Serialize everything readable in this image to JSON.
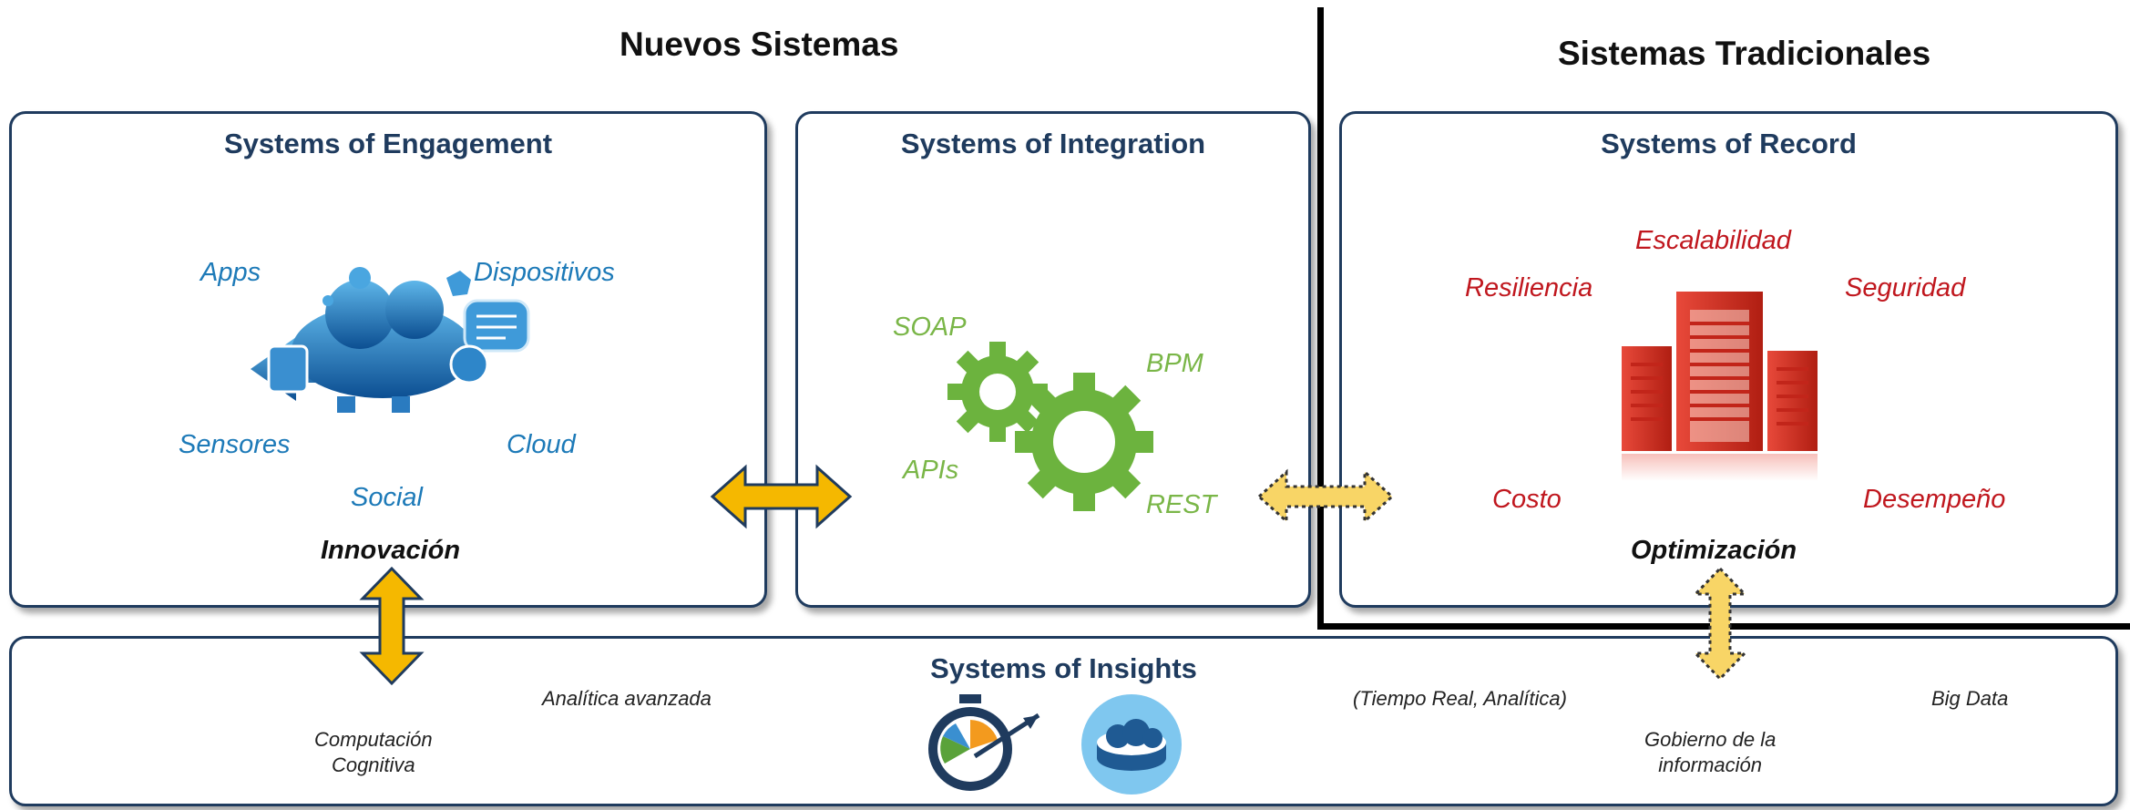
{
  "headings": {
    "new_systems": "Nuevos Sistemas",
    "traditional_systems": "Sistemas Tradicionales"
  },
  "engagement": {
    "title": "Systems of Engagement",
    "labels": {
      "apps": "Apps",
      "devices": "Dispositivos",
      "sensors": "Sensores",
      "cloud": "Cloud",
      "social": "Social"
    },
    "keyword": "Innovación"
  },
  "integration": {
    "title": "Systems of Integration",
    "labels": {
      "soap": "SOAP",
      "bpm": "BPM",
      "apis": "APIs",
      "rest": "REST"
    }
  },
  "record": {
    "title": "Systems of Record",
    "labels": {
      "scalability": "Escalabilidad",
      "resilience": "Resiliencia",
      "security": "Seguridad",
      "cost": "Costo",
      "performance": "Desempeño"
    },
    "keyword": "Optimización"
  },
  "insights": {
    "title": "Systems of Insights",
    "labels": {
      "advanced_analytics": "Analítica avanzada",
      "cognitive_line1": "Computación",
      "cognitive_line2": "Cognitiva",
      "realtime": "(Tiempo Real, Analítica)",
      "big_data": "Big Data",
      "governance_line1": "Gobierno de la",
      "governance_line2": "información"
    }
  },
  "colors": {
    "box_border": "#1f3b5e",
    "engagement_text": "#1d7ab8",
    "integration_text": "#7ab648",
    "record_text": "#c0171e",
    "arrow_solid": "#f5b800",
    "arrow_dotted": "#f8d566"
  },
  "icons": {
    "engagement": "cloud-devices-icon",
    "integration": "gears-icon",
    "record": "buildings-icon",
    "insights": [
      "stopwatch-icon",
      "database-cloud-icon"
    ]
  }
}
